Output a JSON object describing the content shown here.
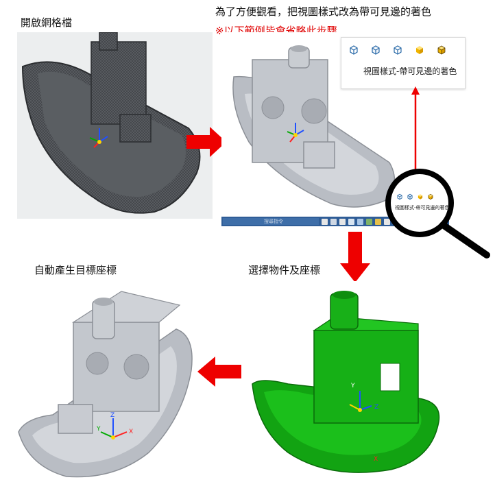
{
  "steps": {
    "open_mesh": "開啟網格檔",
    "change_view": "為了方便觀看，把視圖樣式改為帶可見邊的著色",
    "note": "※以下範例皆會省略此步驟",
    "select_object": "選擇物件及座標",
    "auto_coord": "自動產生目標座標"
  },
  "view_toolbar": {
    "caption": "視圖樣式-帶可見邊的著色",
    "buttons": [
      {
        "icon": "wireframe-cube-icon"
      },
      {
        "icon": "hidden-line-cube-icon"
      },
      {
        "icon": "no-hidden-cube-icon"
      },
      {
        "icon": "shaded-cube-icon"
      },
      {
        "icon": "shaded-edges-cube-icon"
      }
    ]
  },
  "magnified_caption": "視圖樣式-帶可見邊的著色",
  "taskbar": {
    "search_placeholder": "搜尋指令"
  },
  "axes": {
    "x": "X",
    "y": "Y",
    "z": "Z"
  },
  "colors": {
    "arrow_red": "#ee0000",
    "mesh_dark": "#3a3d40",
    "shaded_gray": "#b9bdc4",
    "selected_green": "#12a312",
    "note_red": "#e00000"
  }
}
